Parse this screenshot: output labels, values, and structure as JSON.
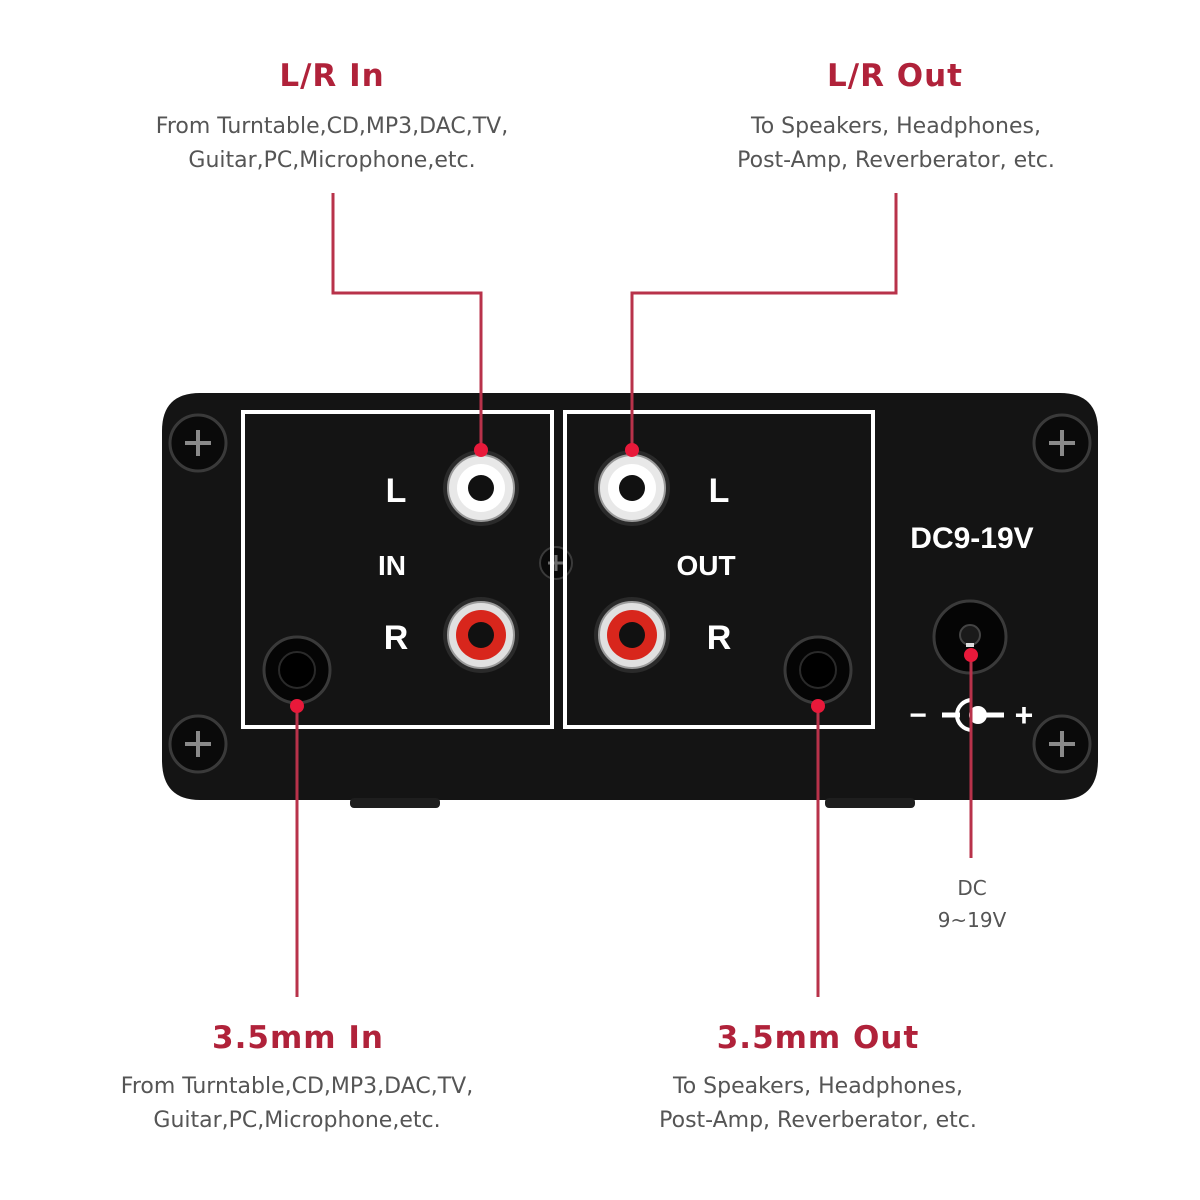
{
  "callouts": {
    "lr_in": {
      "title": "L/R In",
      "desc": "From Turntable,CD,MP3,DAC,TV,\nGuitar,PC,Microphone,etc."
    },
    "lr_out": {
      "title": "L/R Out",
      "desc": "To Speakers, Headphones,\nPost-Amp, Reverberator, etc."
    },
    "mm_in": {
      "title": "3.5mm In",
      "desc": "From Turntable,CD,MP3,DAC,TV,\nGuitar,PC,Microphone,etc."
    },
    "mm_out": {
      "title": "3.5mm Out",
      "desc": "To Speakers, Headphones,\nPost-Amp, Reverberator, etc."
    },
    "dc": {
      "desc": "DC\n9~19V"
    }
  },
  "panel": {
    "in_section": {
      "left_label": "L",
      "section_label": "IN",
      "right_label": "R"
    },
    "out_section": {
      "left_label": "L",
      "section_label": "OUT",
      "right_label": "R"
    },
    "power_label": "DC9-19V",
    "polarity_minus": "−",
    "polarity_plus": "+"
  },
  "colors": {
    "accent": "#b0223a",
    "leader": "#b8324a",
    "dot": "#e8193a",
    "device": "#141414",
    "rca_red": "#d8261c"
  }
}
